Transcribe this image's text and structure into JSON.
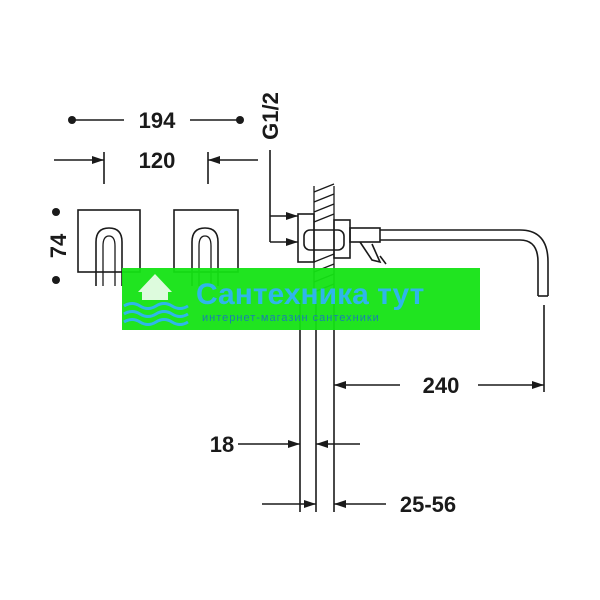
{
  "dimensions": {
    "overall_width": "194",
    "handle_spacing": "120",
    "plate_height": "74",
    "thread": "G1/2",
    "spout_length": "240",
    "plate_depth": "18",
    "wall_range": "25-56"
  },
  "watermark": {
    "title": "Сантехника тут",
    "subtitle": "интернет-магазин сантехники",
    "background_color": "#14e314",
    "text_color": "#2fb6ea",
    "logo_icon": "house-waves-icon"
  }
}
